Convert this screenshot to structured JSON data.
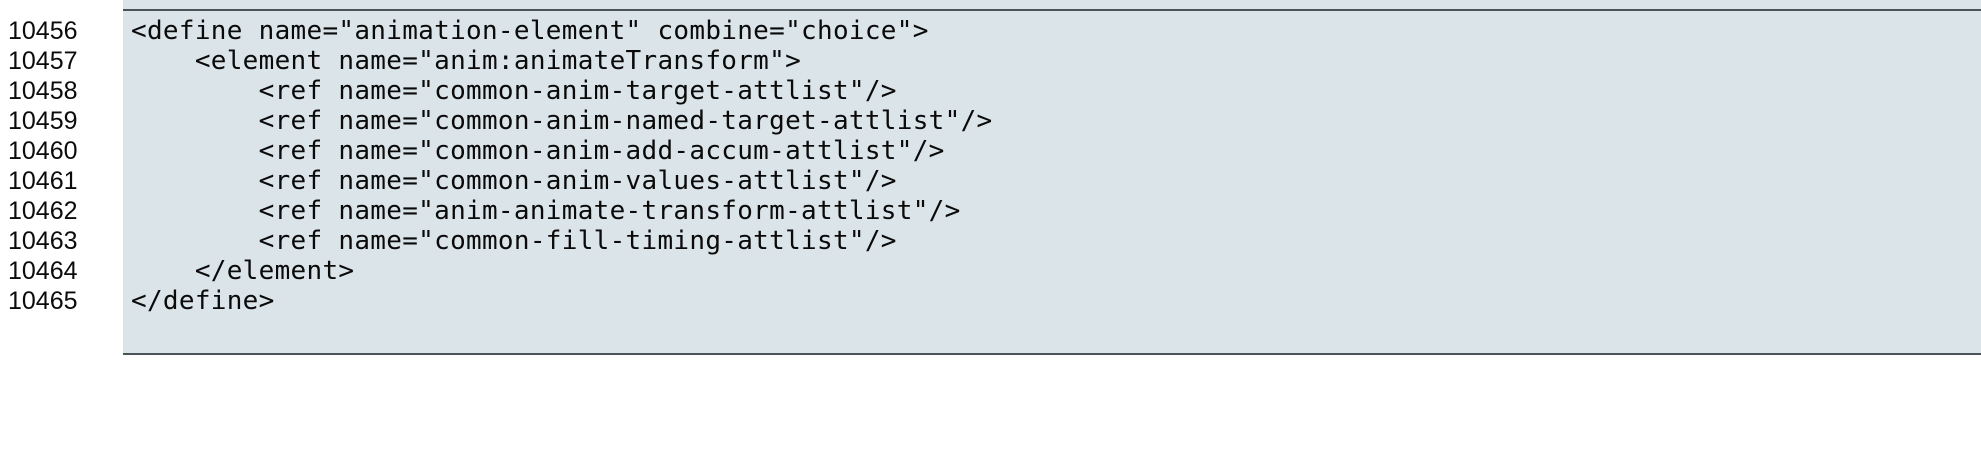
{
  "document": {
    "type": "code-listing",
    "language": "relaxng-xml",
    "panel_background": "#dbe4e9",
    "rule_color": "#4a5358",
    "text_color": "#0a0a0a",
    "gutter_background": "#ffffff",
    "first_line_number": 10456,
    "last_line_number": 10465,
    "lines": [
      {
        "number": "10456",
        "code": "<define name=\"animation-element\" combine=\"choice\">"
      },
      {
        "number": "10457",
        "code": "    <element name=\"anim:animateTransform\">"
      },
      {
        "number": "10458",
        "code": "        <ref name=\"common-anim-target-attlist\"/>"
      },
      {
        "number": "10459",
        "code": "        <ref name=\"common-anim-named-target-attlist\"/>"
      },
      {
        "number": "10460",
        "code": "        <ref name=\"common-anim-add-accum-attlist\"/>"
      },
      {
        "number": "10461",
        "code": "        <ref name=\"common-anim-values-attlist\"/>"
      },
      {
        "number": "10462",
        "code": "        <ref name=\"anim-animate-transform-attlist\"/>"
      },
      {
        "number": "10463",
        "code": "        <ref name=\"common-fill-timing-attlist\"/>"
      },
      {
        "number": "10464",
        "code": "    </element>"
      },
      {
        "number": "10465",
        "code": "</define>"
      }
    ]
  }
}
